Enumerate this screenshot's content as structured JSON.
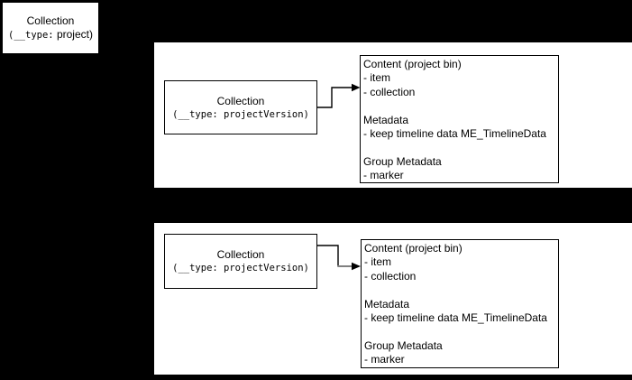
{
  "canvas": {
    "background_color": "#000000",
    "panel_color": "#ffffff",
    "stroke_color": "#000000",
    "lower_arrow_segment_color": "#808080"
  },
  "project_node": {
    "title": "Collection",
    "type_mono": "(__type:",
    "type_plain": " project)"
  },
  "panels": [
    {
      "collection_node": {
        "title": "Collection",
        "type_label": "(__type: projectVersion)"
      },
      "content_node": {
        "lines": [
          "Content (project bin)",
          "- item",
          "- collection",
          "",
          "Metadata",
          "- keep timeline data ME_TimelineData",
          "",
          "Group Metadata",
          "- marker"
        ]
      }
    },
    {
      "collection_node": {
        "title": "Collection",
        "type_label": "(__type: projectVersion)"
      },
      "content_node": {
        "lines": [
          "Content (project bin)",
          "- item",
          "- collection",
          "",
          "Metadata",
          "- keep timeline data ME_TimelineData",
          "",
          "Group Metadata",
          "- marker"
        ]
      }
    }
  ]
}
